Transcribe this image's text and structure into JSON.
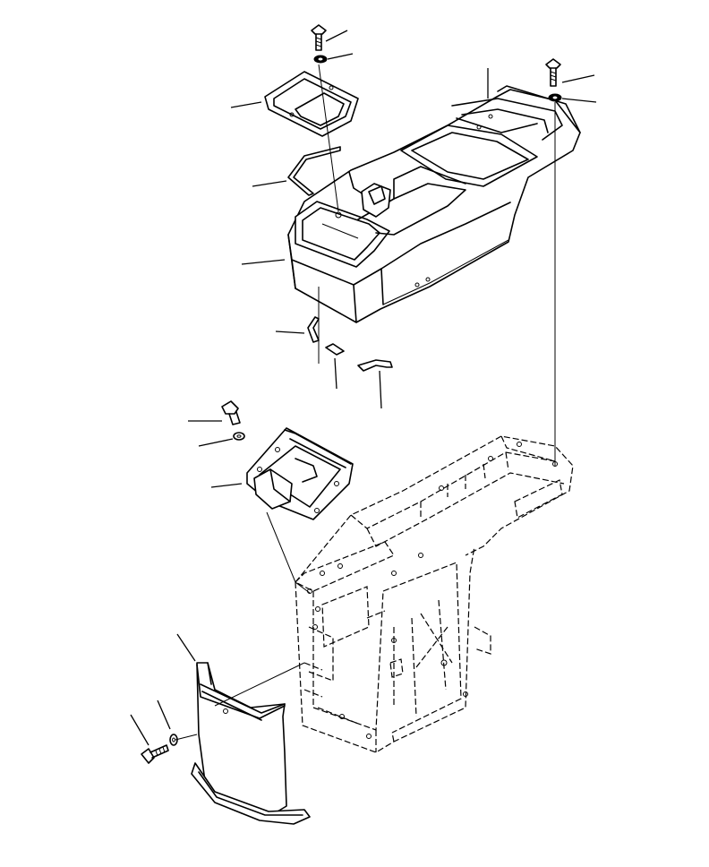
{
  "diagram": {
    "parts": [
      {
        "name": "screw-top"
      },
      {
        "name": "washer-top"
      },
      {
        "name": "cover-plate"
      },
      {
        "name": "u-seal"
      },
      {
        "name": "console-box"
      },
      {
        "name": "screw-right"
      },
      {
        "name": "washer-right"
      },
      {
        "name": "clip"
      },
      {
        "name": "small-clamp"
      },
      {
        "name": "hook-clip"
      },
      {
        "name": "bolt-mid"
      },
      {
        "name": "washer-mid"
      },
      {
        "name": "bracket"
      },
      {
        "name": "front-cover"
      },
      {
        "name": "bolt-lower"
      },
      {
        "name": "washer-lower"
      }
    ],
    "leader_count": 16
  }
}
